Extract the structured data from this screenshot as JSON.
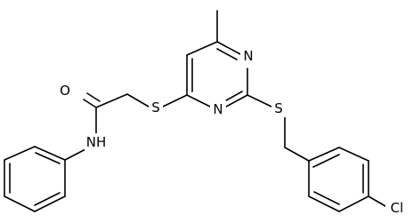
{
  "molecule": {
    "atoms": {
      "oxygen": "O",
      "amide_nitrogen": "NH",
      "thioether_sulfur_left": "S",
      "thioether_sulfur_right": "S",
      "ring_nitrogen_top": "N",
      "ring_nitrogen_bottom": "N",
      "chlorine": "Cl"
    }
  }
}
